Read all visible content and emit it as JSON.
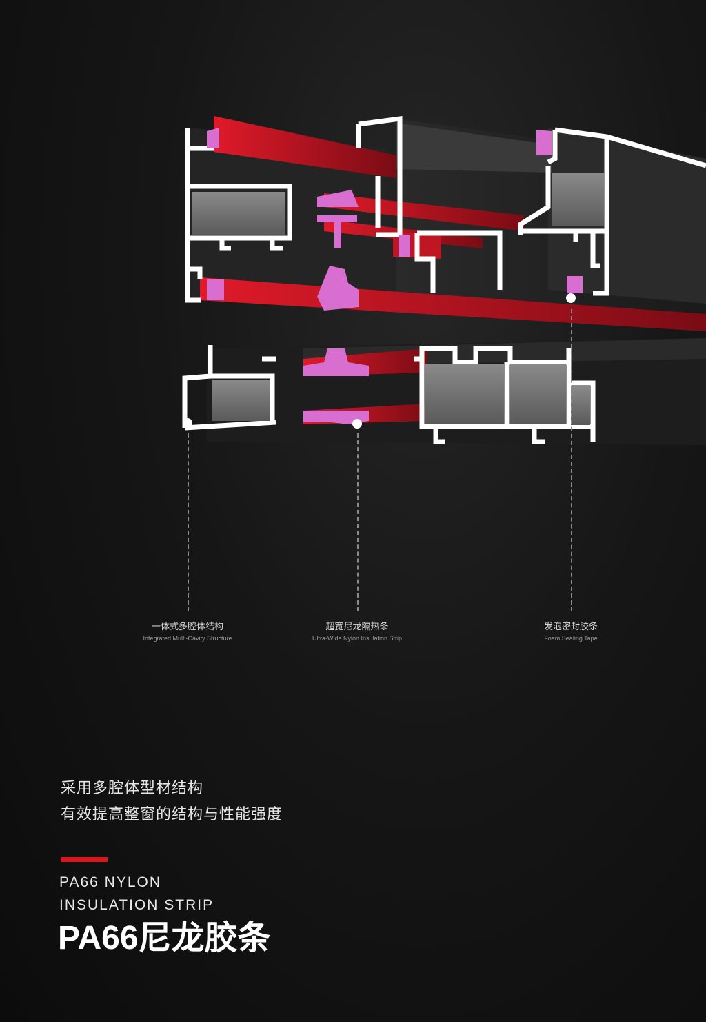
{
  "callouts": [
    {
      "cn": "一体式多腔体结构",
      "en": "Integrated Multi-Cavity Structure"
    },
    {
      "cn": "超宽尼龙隔热条",
      "en": "Ultra-Wide Nylon Insulation Strip"
    },
    {
      "cn": "发泡密封胶条",
      "en": "Foam Sealing Tape"
    }
  ],
  "description": {
    "line1": "采用多腔体型材结构",
    "line2": "有效提高整窗的结构与性能强度"
  },
  "title": {
    "en_line1": "PA66 NYLON",
    "en_line2": "INSULATION STRIP",
    "cn": "PA66尼龙胶条"
  },
  "colors": {
    "accent_red": "#d7161d",
    "nylon_pink": "#d86fd0",
    "profile_white": "#ffffff",
    "background": "#111111"
  }
}
